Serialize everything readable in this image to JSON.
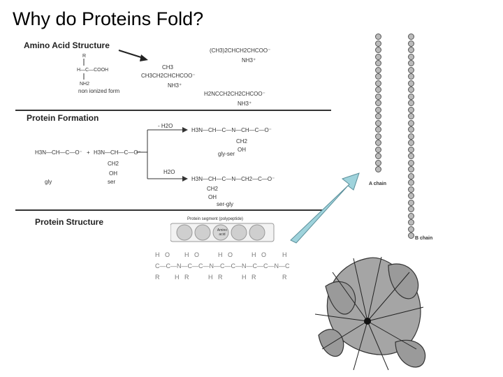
{
  "slide": {
    "title": "Why do Proteins Fold?"
  },
  "sections": {
    "amino_acid_structure": "Amino Acid Structure",
    "protein_formation": "Protein Formation",
    "protein_structure": "Protein Structure"
  },
  "chem": {
    "nonionized_label": "non ionized form",
    "glu_top": "(CH3)2CHCH2CHCOO⁻",
    "glu_nh3": "NH3⁺",
    "ch3": "CH3",
    "ile_line": "CH3CH2CHCHCOO⁻",
    "ile_nh3": "NH3⁺",
    "gln_line": "H2NCCH2CH2CHCOO⁻",
    "gln_nh3": "NH3⁺",
    "h2o_minus": "- H2O",
    "h2o": "H2O",
    "gly": "gly",
    "ser": "ser",
    "gly_ser": "gly-ser",
    "ser_gly": "ser-gly",
    "gly_formula": "H3N—CH—C—O⁻",
    "ser_formula": "H3N—CH—C—O⁻",
    "ch2": "CH2",
    "oh": "OH",
    "plus": "+",
    "product1": "H3N—CH—C—N—CH—C—O⁻",
    "product2": "H3N—CH—C—N—CH2—C—O⁻",
    "segment_label": "Protein segment (polypeptide)",
    "amino_acid_label": "Amino acid"
  },
  "insulin": {
    "a_chain": "A chain",
    "b_chain": "B chain"
  },
  "colors": {
    "arrow": "#9fd3dc",
    "bead": "#bbbbbb"
  }
}
